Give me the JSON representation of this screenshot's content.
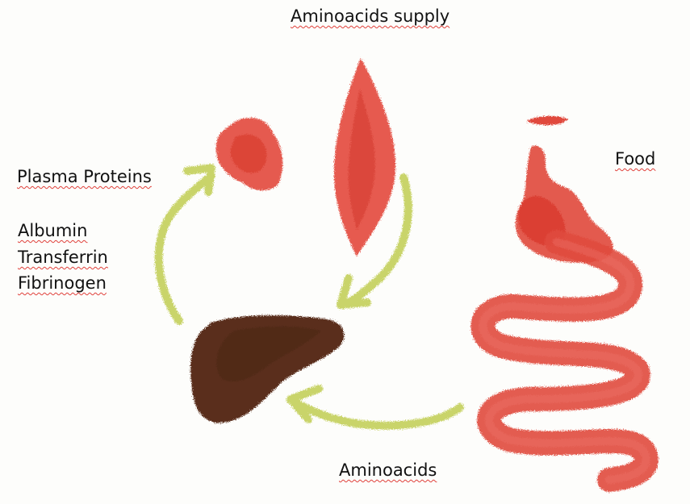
{
  "labels": {
    "aminoacids_supply": "Aminoacids supply",
    "food": "Food",
    "plasma_proteins": "Plasma Proteins",
    "albumin": "Albumin",
    "transferrin": "Transferrin",
    "fibrinogen": "Fibrinogen",
    "aminoacids": "Aminoacids"
  },
  "colors": {
    "organ_red": "#e0483c",
    "liver_brown": "#5a2f1d",
    "arrow_green": "#c9d46a",
    "text": "#111111",
    "spellcheck_underline": "#e0403a"
  },
  "icons": [
    "plasma-protein-blob-icon",
    "muscle-icon",
    "liver-icon",
    "digestive-tract-icon",
    "stomach-icon"
  ]
}
